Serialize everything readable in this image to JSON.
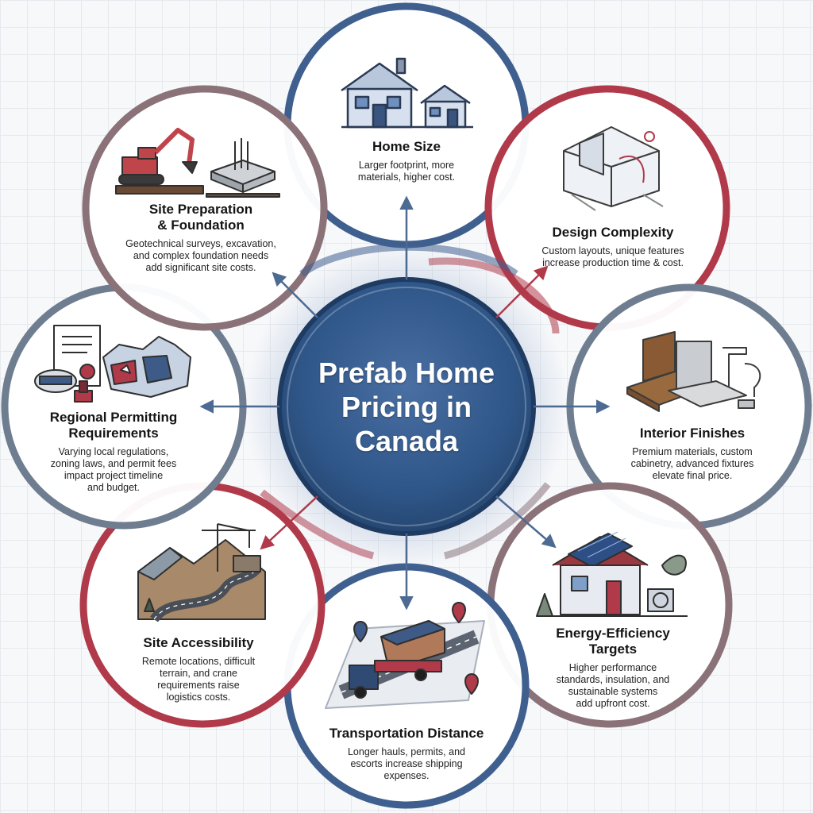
{
  "center": {
    "title_line1": "Prefab Home",
    "title_line2": "Pricing in",
    "title_line3": "Canada"
  },
  "factors": [
    {
      "title": "Home Size",
      "desc_lines": [
        "Larger footprint, more",
        "materials, higher cost."
      ]
    },
    {
      "title": "Design Complexity",
      "desc_lines": [
        "Custom layouts, unique features",
        "increase production time & cost."
      ]
    },
    {
      "title": "Interior Finishes",
      "desc_lines": [
        "Premium materials, custom",
        "cabinetry, advanced fixtures",
        "elevate final price."
      ]
    },
    {
      "title": "Energy-Efficiency Targets",
      "title_lines": [
        "Energy-Efficiency",
        "Targets"
      ],
      "desc_lines": [
        "Higher performance",
        "standards, insulation, and",
        "sustainable systems",
        "add upfront cost."
      ]
    },
    {
      "title": "Transportation Distance",
      "desc_lines": [
        "Longer hauls, permits, and",
        "escorts increase shipping",
        "expenses."
      ]
    },
    {
      "title": "Site Accessibility",
      "desc_lines": [
        "Remote locations, difficult",
        "terrain, and crane",
        "requirements raise",
        "logistics costs."
      ]
    },
    {
      "title": "Regional Permitting Requirements",
      "title_lines": [
        "Regional Permitting",
        "Requirements"
      ],
      "desc_lines": [
        "Varying local regulations,",
        "zoning laws, and permit fees",
        "impact project timeline",
        "and budget."
      ]
    },
    {
      "title": "Site Preparation & Foundation",
      "title_lines": [
        "Site Preparation",
        "& Foundation"
      ],
      "desc_lines": [
        "Geotechnical surveys, excavation,",
        "and complex foundation needs",
        "add significant site costs."
      ]
    }
  ],
  "icons": [
    "houses-icon",
    "blueprint-icon",
    "finishes-icon",
    "solar-house-icon",
    "truck-map-icon",
    "mountain-road-crane-icon",
    "canada-permit-map-icon",
    "excavator-foundation-icon"
  ],
  "colors": {
    "blue": "#3f5f8f",
    "red": "#b03a4a",
    "mauve": "#8a7278",
    "slate": "#6f7d90",
    "hub": "#2f5688"
  }
}
